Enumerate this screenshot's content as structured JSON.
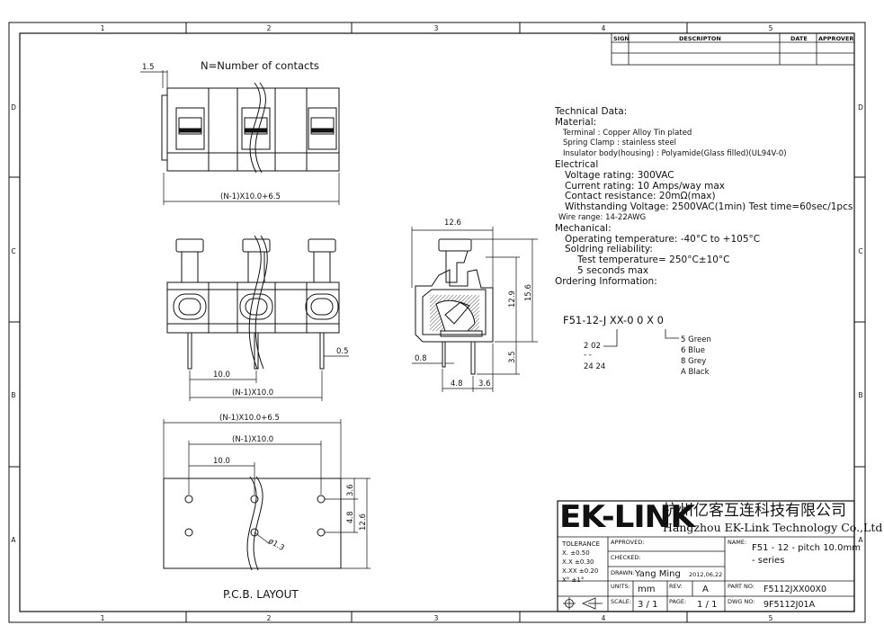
{
  "grid": {
    "columns": [
      "1",
      "2",
      "3",
      "4",
      "5"
    ],
    "rows": [
      "D",
      "C",
      "B",
      "A"
    ]
  },
  "revision_table": {
    "headers": [
      "SIGN",
      "DESCRIPTON",
      "DATE",
      "APPROVER"
    ]
  },
  "top_view": {
    "pitch_dim": "1.5",
    "note": "N=Number of contacts",
    "width_dim": "(N-1)X10.0+6.5"
  },
  "front_view": {
    "pin_dim": "0.5",
    "pitch": "10.0",
    "span_dim": "(N-1)X10.0"
  },
  "side_view": {
    "width": "12.6",
    "height_total": "15.6",
    "height_body": "12.9",
    "pin_length": "3.5",
    "pin_thickness": "0.8",
    "offset_a": "4.8",
    "offset_b": "3.6"
  },
  "pcb": {
    "overall_dim": "(N-1)X10.0+6.5",
    "span_dim": "(N-1)X10.0",
    "pitch": "10.0",
    "row_dim": "3.6",
    "row_gap": "4.8",
    "height": "12.6",
    "hole": "ø1.3",
    "title": "P.C.B.  LAYOUT"
  },
  "tech": {
    "l1": "Technical Data:",
    "l2": "Material:",
    "l3": "Terminal : Copper Alloy Tin plated",
    "l4": "Spring Clamp : stainless  steel",
    "l5": "Insulator body(housing) : Polyamide(Glass filled)(UL94V-0)",
    "l6": "Electrical",
    "l7": "Voltage rating: 300VAC",
    "l8": "Current rating: 10 Amps/way max",
    "l9": "Contact resistance: 20mΩ(max)",
    "l10": "Withstanding Voltage: 2500VAC(1min) Test time=60sec/1pcs",
    "l11": "Wire range: 14-22AWG",
    "l12": "Mechanical:",
    "l13": "Operating temperature: -40°C to +105°C",
    "l14": "Soldring reliability:",
    "l15": "Test temperature= 250°C±10°C",
    "l16": "5 seconds max",
    "l17": "Ordering Information:"
  },
  "ordering": {
    "code": "F51-12-J XX-0  0 X 0",
    "left": [
      "2   02",
      "-    -",
      "24  24"
    ],
    "colors": [
      "5  Green",
      "6  Blue",
      "8  Grey",
      "A  Black"
    ]
  },
  "title_block": {
    "logo": "EK-LINK",
    "company_cn": "杭州亿客互连科技有限公司",
    "company_en": "Hangzhou EK-Link Technology Co.,Ltd",
    "tolerance_label": "TOLERANCE",
    "tol1": "X.    ±0.50",
    "tol2": "X.X   ±0.30",
    "tol3": "X.XX ±0.20",
    "tol4": "X°    ±1°",
    "approved": "APPROVED:",
    "checked": "CHECKED:",
    "drawn_label": "DRAWN:",
    "drawn_by": "Yang Ming",
    "date": "2012,06,22",
    "units_label": "UNITS:",
    "units": "mm",
    "rev_label": "REV:",
    "rev": "A",
    "scale_label": "SCALE:",
    "scale": "3 / 1",
    "page_label": "PAGE:",
    "page": "1 / 1",
    "name_label": "NAME:",
    "name1": "F51 - 12 - pitch 10.0mm",
    "name2": "- series",
    "part_label": "PART NO:",
    "part_no": "F5112JXX00X0",
    "dwg_label": "DWG NO:",
    "dwg_no": "9F5112J01A"
  }
}
